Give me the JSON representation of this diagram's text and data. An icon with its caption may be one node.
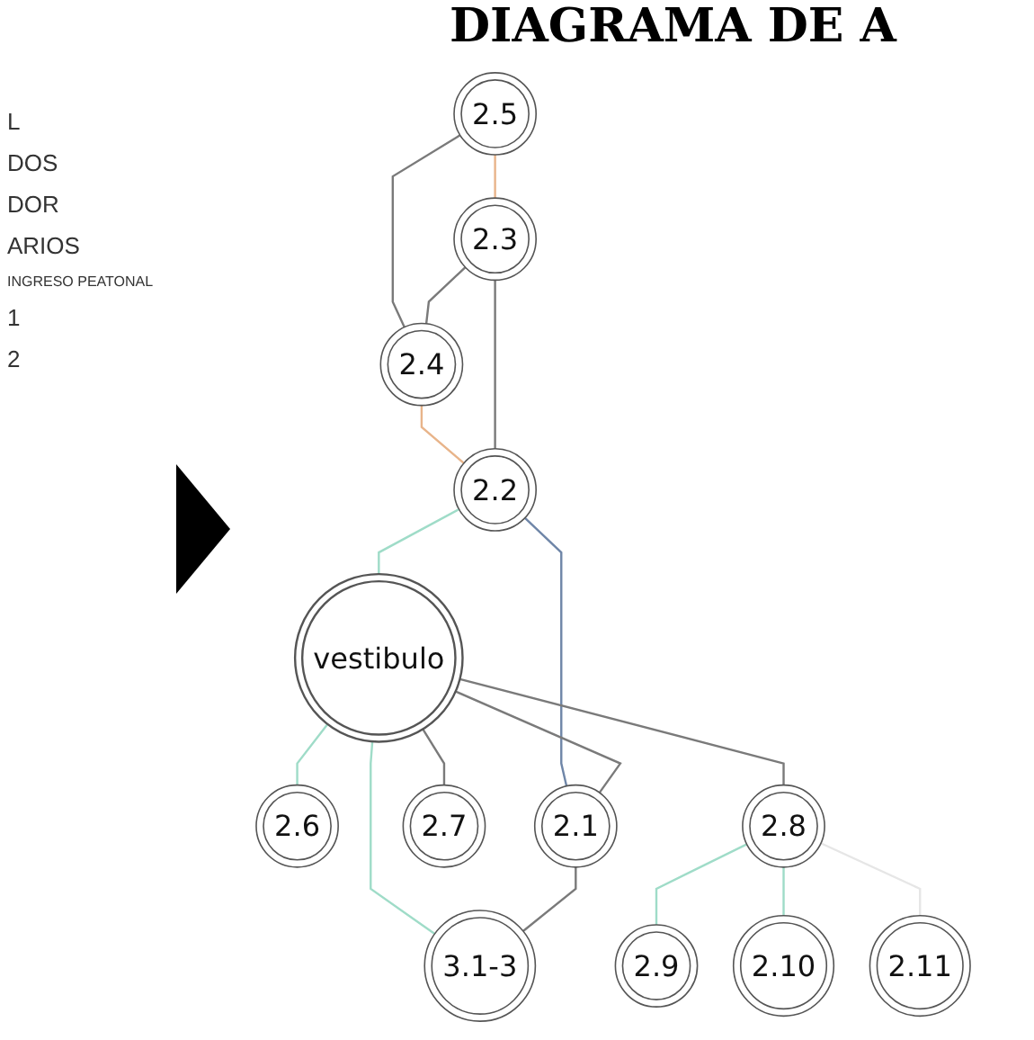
{
  "diagram": {
    "title": "DIAGRAMA DE A",
    "nodes": [
      {
        "text": [
          "2.5"
        ]
      },
      {
        "text": [
          "2.4"
        ]
      },
      {
        "text": [
          "2.3"
        ]
      },
      {
        "text": [
          "2.2"
        ]
      },
      {
        "text": [
          "vestibulo"
        ]
      },
      {
        "text": [
          "2.6"
        ]
      },
      {
        "text": [
          "2.1"
        ]
      },
      {
        "text": [
          "2.7"
        ]
      },
      {
        "text": [
          "2.8"
        ]
      },
      {
        "text": [
          "2.11"
        ]
      },
      {
        "text": [
          "2.10"
        ]
      },
      {
        "text": [
          "3.1-3"
        ]
      },
      {
        "text": [
          "2.9"
        ]
      }
    ],
    "edges": [
      {
        "from": 0,
        "to": 1,
        "arrow": "none"
      },
      {
        "from": 0,
        "to": 2,
        "arrow": "none",
        "color": "#e8b48a"
      },
      {
        "from": 2,
        "to": 1,
        "arrow": "none"
      },
      {
        "from": 1,
        "to": 3,
        "arrow": "none",
        "color": "#e8b48a"
      },
      {
        "from": 2,
        "to": 3,
        "arrow": "none"
      },
      {
        "from": 3,
        "to": 4,
        "arrow": "none",
        "color": "#9fdcc8"
      },
      {
        "from": 3,
        "to": 6,
        "arrow": "none",
        "color": "#6f86a8"
      },
      {
        "from": 4,
        "to": 6,
        "arrow": "none"
      },
      {
        "from": 4,
        "to": 11,
        "arrow": "none",
        "color": "#9fdcc8"
      },
      {
        "from": 6,
        "to": 11,
        "arrow": "none"
      },
      {
        "from": 4,
        "to": 5,
        "arrow": "none",
        "color": "#9fdcc8"
      },
      {
        "from": 4,
        "to": 7,
        "arrow": "none"
      },
      {
        "from": 4,
        "to": 8,
        "arrow": "none"
      },
      {
        "from": 8,
        "to": 12,
        "arrow": "none",
        "color": "#9fdcc8"
      },
      {
        "from": 8,
        "to": 10,
        "arrow": "none",
        "color": "#9fdcc8"
      },
      {
        "from": 8,
        "to": 9,
        "arrow": "none",
        "color": "#e6e6e6"
      }
    ],
    "labels": [
      "L",
      "DOS",
      "DOR",
      "ARIOS",
      "INGRESO PEATONAL",
      "1",
      "2"
    ]
  }
}
